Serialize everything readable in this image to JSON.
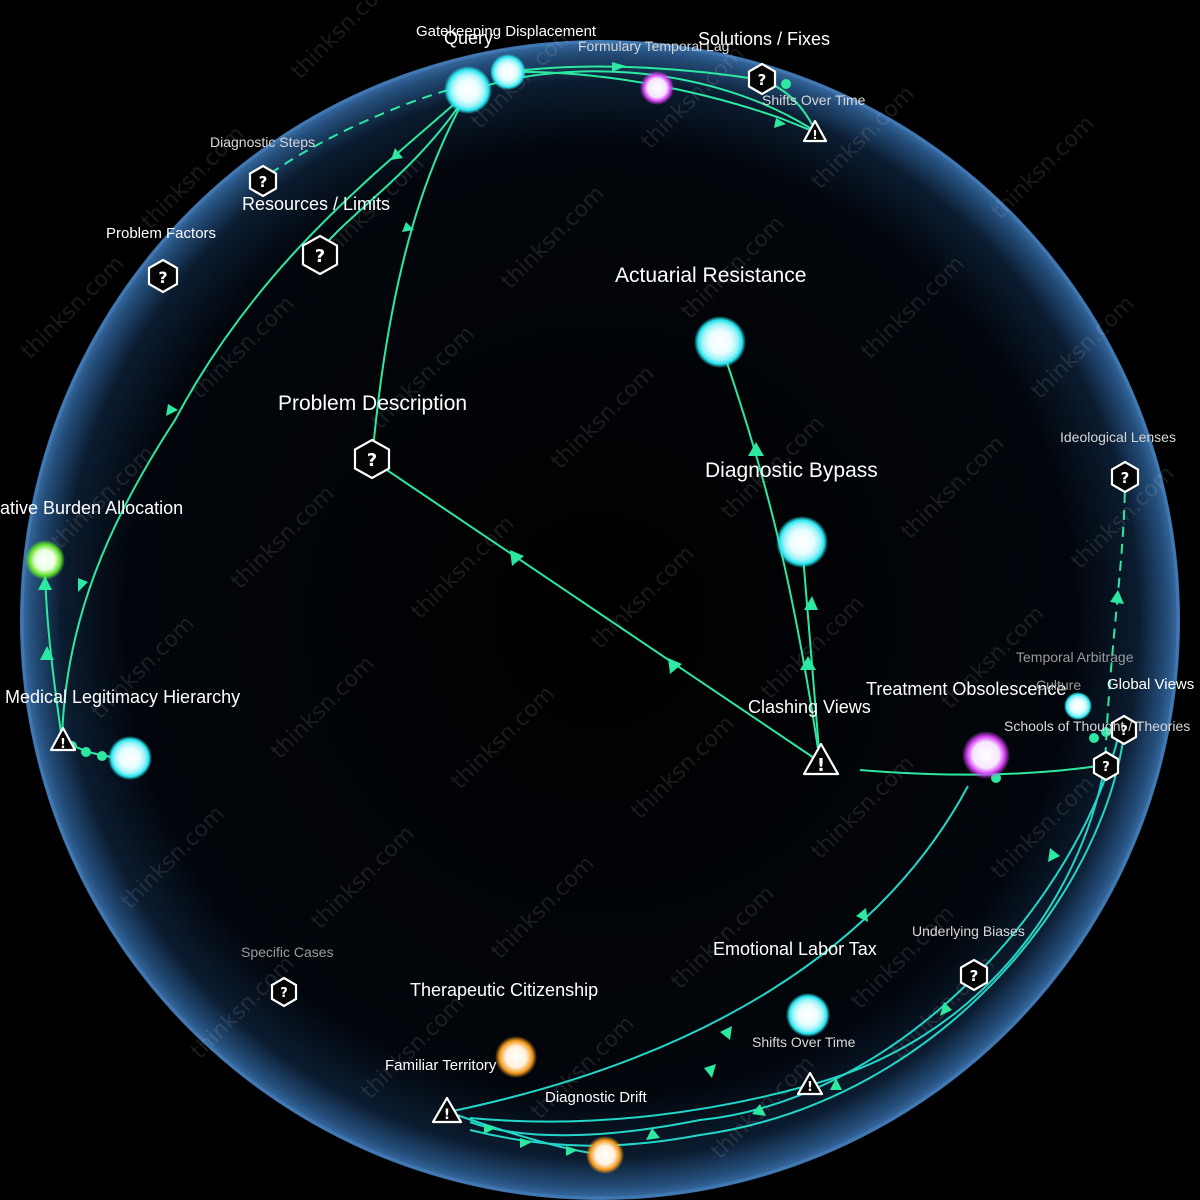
{
  "watermark": "thinksn.com",
  "colors": {
    "background": "#000000",
    "sphere_edge": "#3a6fa8",
    "edge": "#2de8a0",
    "node_cyan": "#28e6f0",
    "node_purple": "#d640f5",
    "node_green": "#5fe02a",
    "node_orange": "#f59a1c"
  },
  "nodes": {
    "query": {
      "label": "Query",
      "kind": "circle",
      "color": "cyan"
    },
    "gatekeeping_displacement": {
      "label": "Gatekeeping Displacement",
      "kind": "circle",
      "color": "cyan"
    },
    "formulary_temporal_lag": {
      "label": "Formulary Temporal Lag",
      "kind": "circle",
      "color": "purple"
    },
    "solutions_fixes": {
      "label": "Solutions / Fixes",
      "kind": "question"
    },
    "shifts_over_time_top": {
      "label": "Shifts Over Time",
      "kind": "warning"
    },
    "diagnostic_steps": {
      "label": "Diagnostic Steps",
      "kind": "question"
    },
    "resources_limits": {
      "label": "Resources / Limits",
      "kind": "question"
    },
    "problem_factors": {
      "label": "Problem Factors",
      "kind": "question"
    },
    "actuarial_resistance": {
      "label": "Actuarial Resistance",
      "kind": "circle",
      "color": "cyan"
    },
    "problem_description": {
      "label": "Problem Description",
      "kind": "question"
    },
    "diagnostic_bypass": {
      "label": "Diagnostic Bypass",
      "kind": "circle",
      "color": "cyan"
    },
    "ideological_lenses": {
      "label": "Ideological Lenses",
      "kind": "question"
    },
    "burden_allocation": {
      "label": "ative Burden Allocation",
      "kind": "circle",
      "color": "green"
    },
    "medical_legitimacy": {
      "label": "Medical Legitimacy Hierarchy",
      "kind": "circle",
      "color": "cyan"
    },
    "clashing_views": {
      "label": "Clashing Views",
      "kind": "warning"
    },
    "treatment_obsolescence": {
      "label": "Treatment Obsolescence",
      "kind": "circle",
      "color": "purple"
    },
    "temporal_arbitrage": {
      "label": "Temporal Arbitrage",
      "kind": "circle",
      "color": "cyan"
    },
    "culture": {
      "label": "Culture",
      "kind": "question"
    },
    "global_views": {
      "label": "Global Views",
      "kind": "question"
    },
    "schools_of_thought": {
      "label": "Schools of Thought / Theories",
      "kind": "question"
    },
    "underlying_biases": {
      "label": "Underlying Biases",
      "kind": "question"
    },
    "emotional_labor_tax": {
      "label": "Emotional Labor Tax",
      "kind": "circle",
      "color": "cyan"
    },
    "shifts_over_time_bottom": {
      "label": "Shifts Over Time",
      "kind": "warning"
    },
    "specific_cases": {
      "label": "Specific Cases",
      "kind": "question"
    },
    "therapeutic_citizenship": {
      "label": "Therapeutic Citizenship",
      "kind": "circle",
      "color": "orange"
    },
    "familiar_territory": {
      "label": "Familiar Territory",
      "kind": "warning"
    },
    "diagnostic_drift": {
      "label": "Diagnostic Drift",
      "kind": "circle",
      "color": "orange"
    }
  },
  "icons": {
    "question": "question-hexagon-icon",
    "warning": "warning-triangle-icon",
    "question_glyph": "?",
    "warning_glyph": "!"
  }
}
